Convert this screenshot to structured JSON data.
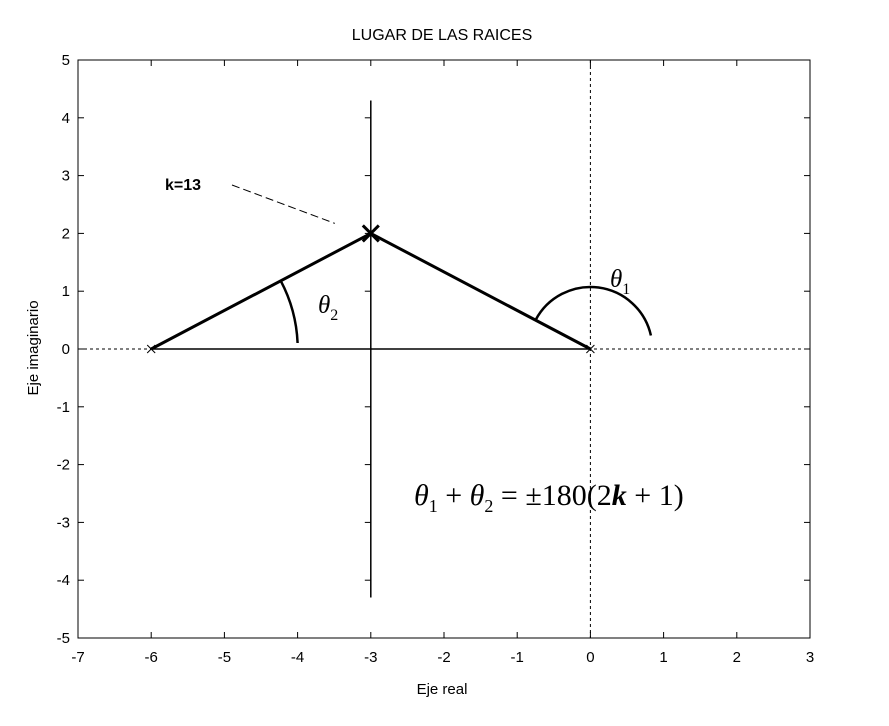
{
  "chart_data": {
    "type": "line",
    "title": "LUGAR DE LAS RAICES",
    "xlabel": "Eje real",
    "ylabel": "Eje imaginario",
    "xlim": [
      -7,
      3
    ],
    "ylim": [
      -5,
      5
    ],
    "xticks": [
      -7,
      -6,
      -5,
      -4,
      -3,
      -2,
      -1,
      0,
      1,
      2,
      3
    ],
    "yticks": [
      -5,
      -4,
      -3,
      -2,
      -1,
      0,
      1,
      2,
      3,
      4,
      5
    ],
    "xtick_labels": [
      "-7",
      "-6",
      "-5",
      "-4",
      "-3",
      "-2",
      "-1",
      "0",
      "1",
      "2",
      "3"
    ],
    "ytick_labels": [
      "-5",
      "-4",
      "-3",
      "-2",
      "-1",
      "0",
      "1",
      "2",
      "3",
      "4",
      "5"
    ],
    "grid": false,
    "poles": [
      {
        "x": -6,
        "y": 0
      },
      {
        "x": 0,
        "y": 0
      }
    ],
    "root_locus": {
      "real_segment": {
        "x": [
          -6,
          0
        ],
        "y": [
          0,
          0
        ]
      },
      "vertical_branch": {
        "x": [
          -3,
          -3
        ],
        "y": [
          -4.3,
          4.3
        ]
      }
    },
    "test_point": {
      "x": -3,
      "y": 2,
      "label": "k=13"
    },
    "angle_lines": [
      {
        "x": [
          -6,
          -3
        ],
        "y": [
          0,
          2
        ]
      },
      {
        "x": [
          -3,
          0
        ],
        "y": [
          2,
          0
        ]
      }
    ],
    "reference_lines": {
      "x_zero_dashed": 0,
      "y_zero_dashed": 0
    },
    "annotations": {
      "theta1": {
        "symbol": "θ",
        "sub": "1"
      },
      "theta2": {
        "symbol": "θ",
        "sub": "2"
      },
      "equation": {
        "t1": "θ",
        "s1": "1",
        "plus1": " + ",
        "t2": "θ",
        "s2": "2",
        "eq": " = ±180(2",
        "k": "k",
        "tail": " + 1)"
      }
    }
  }
}
